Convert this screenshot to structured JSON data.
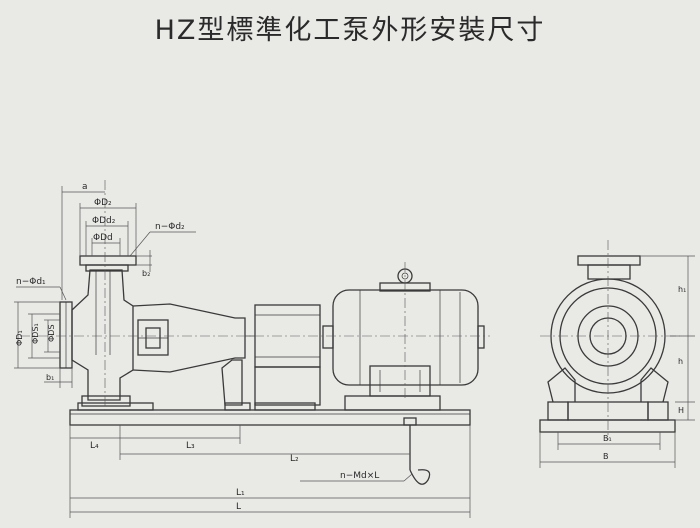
{
  "title": "HZ型標準化工泵外形安裝尺寸",
  "labels": {
    "a": "a",
    "D2": "ΦD₂",
    "Dd2": "ΦDd₂",
    "Dd": "ΦDd",
    "nd2": "n−Φd₂",
    "nd1": "n−Φd₁",
    "b2": "b₂",
    "D1": "ΦD₁",
    "DS1": "ΦDS₁",
    "DS": "ΦDS",
    "b1": "b₁",
    "L4": "L₄",
    "L3": "L₃",
    "L2": "L₂",
    "L1": "L₁",
    "L": "L",
    "nMd": "n−Md×L",
    "h1": "h₁",
    "h": "h",
    "H": "H",
    "B1": "B₁",
    "B": "B"
  }
}
